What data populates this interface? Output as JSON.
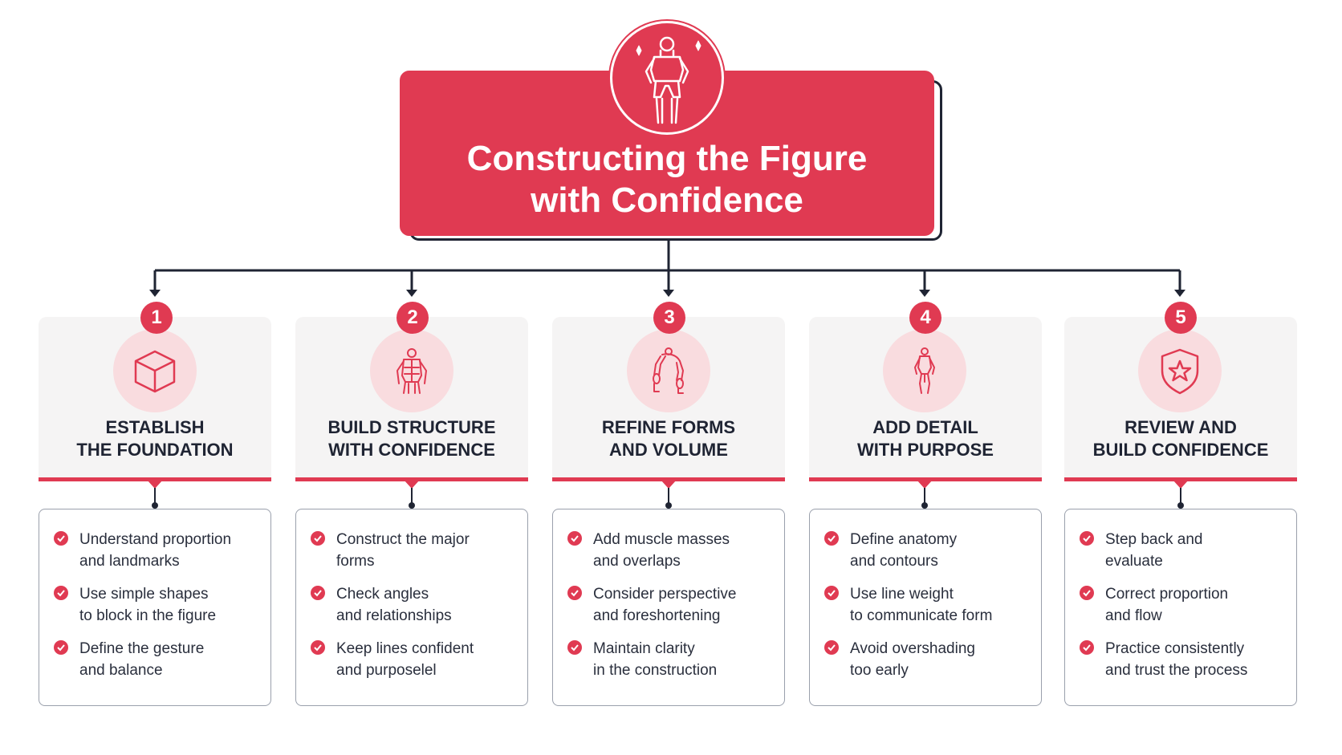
{
  "title": {
    "line1": "Constructing the Figure",
    "line2": "with Confidence"
  },
  "hero_icon": "figure-mannequin-icon",
  "colors": {
    "accent": "#e03a52",
    "accent_soft": "#f9dcdf",
    "ink": "#1f2433",
    "card_bg": "#f5f4f4"
  },
  "steps": [
    {
      "number": "1",
      "icon": "cube-icon",
      "title_line1": "ESTABLISH",
      "title_line2": "THE FOUNDATION",
      "items": [
        {
          "line1": "Understand proportion",
          "line2": "and landmarks"
        },
        {
          "line1": "Use simple shapes",
          "line2": "to block in the figure"
        },
        {
          "line1": "Define the gesture",
          "line2": "and balance"
        }
      ]
    },
    {
      "number": "2",
      "icon": "torso-structure-icon",
      "title_line1": "BUILD STRUCTURE",
      "title_line2": "WITH CONFIDENCE",
      "items": [
        {
          "line1": "Construct the major",
          "line2": "forms"
        },
        {
          "line1": "Check angles",
          "line2": "and relationships"
        },
        {
          "line1": "Keep lines confident",
          "line2": "and purposelel"
        }
      ]
    },
    {
      "number": "3",
      "icon": "bent-figure-icon",
      "title_line1": "REFINE FORMS",
      "title_line2": "AND VOLUME",
      "items": [
        {
          "line1": "Add muscle masses",
          "line2": "and overlaps"
        },
        {
          "line1": "Consider perspective",
          "line2": "and foreshortening"
        },
        {
          "line1": "Maintain clarity",
          "line2": "in the construction"
        }
      ]
    },
    {
      "number": "4",
      "icon": "standing-figure-icon",
      "title_line1": "ADD DETAIL",
      "title_line2": "WITH PURPOSE",
      "items": [
        {
          "line1": "Define anatomy",
          "line2": "and contours"
        },
        {
          "line1": "Use line weight",
          "line2": "to communicate form"
        },
        {
          "line1": "Avoid overshading",
          "line2": "too early"
        }
      ]
    },
    {
      "number": "5",
      "icon": "shield-star-icon",
      "title_line1": "REVIEW AND",
      "title_line2": "BUILD CONFIDENCE",
      "items": [
        {
          "line1": "Step back and",
          "line2": "evaluate"
        },
        {
          "line1": "Correct proportion",
          "line2": "and flow"
        },
        {
          "line1": "Practice consistently",
          "line2": "and trust the process"
        }
      ]
    }
  ]
}
